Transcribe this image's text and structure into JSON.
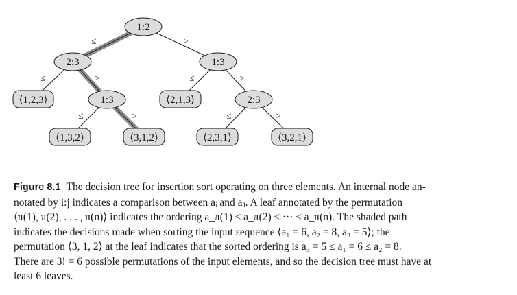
{
  "figure": {
    "internal_nodes": {
      "root": "1:2",
      "left": "2:3",
      "right": "1:3",
      "left_right": "1:3",
      "right_right": "2:3"
    },
    "leaves": {
      "l1": "⟨1,2,3⟩",
      "l2": "⟨1,3,2⟩",
      "l3": "⟨3,1,2⟩",
      "l4": "⟨2,1,3⟩",
      "l5": "⟨2,3,1⟩",
      "l6": "⟨3,2,1⟩"
    },
    "edge_labels": {
      "le": "≤",
      "gt": ">"
    },
    "colors": {
      "node_fill": "#dcdcdc",
      "node_stroke": "#1a1a1a",
      "shaded_path": "#8c8c8c",
      "edge": "#1a1a1a"
    }
  },
  "caption": {
    "label": "Figure 8.1",
    "lines": [
      "The decision tree for insertion sort operating on three elements. An internal node an-",
      "notated by i:j indicates a comparison between aᵢ and aⱼ. A leaf annotated by the permutation",
      "⟨π(1), π(2), . . . , π(n)⟩ indicates the ordering a_π(1) ≤ a_π(2) ≤ ··· ≤ a_π(n). The shaded path",
      "indicates the decisions made when sorting the input sequence ⟨a₁ = 6, a₂ = 8, a₃ = 5⟩; the",
      "permutation ⟨3, 1, 2⟩ at the leaf indicates that the sorted ordering is a₃ = 5 ≤ a₁ = 6 ≤ a₂ = 8.",
      "There are 3! = 6 possible permutations of the input elements, and so the decision tree must have at",
      "least 6 leaves."
    ]
  }
}
